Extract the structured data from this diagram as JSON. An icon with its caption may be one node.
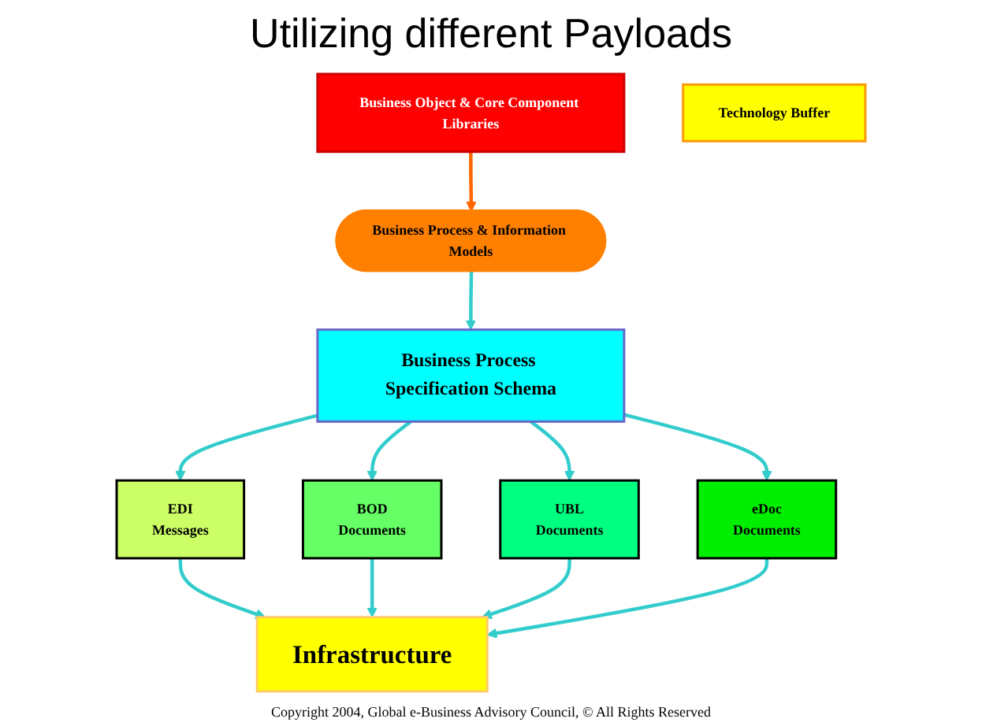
{
  "diagram": {
    "title": "Utilizing different Payloads",
    "caption": "Copyright 2004, Global e-Business Advisory Council, © All Rights Reserved",
    "nodes": [
      {
        "text": [
          "Business Process & Information Models"
        ]
      },
      {
        "text": [
          "Business Object & Core Component Libraries"
        ]
      },
      {
        "text": [
          "Technology Buffer"
        ]
      },
      {
        "text": [
          "Business Process Specification Schema"
        ]
      },
      {
        "text": [
          "EDI",
          "Messages"
        ]
      },
      {
        "text": [
          "BOD",
          "Documents"
        ]
      },
      {
        "text": [
          "UBL",
          "Documents"
        ]
      },
      {
        "text": [
          "eDoc",
          "Documents"
        ]
      },
      {
        "text": [
          "Infrastructure"
        ]
      }
    ],
    "edges": [
      {
        "from": 1,
        "to": 0,
        "arrow": "to",
        "color": "#ff6600"
      },
      {
        "from": 0,
        "to": 3,
        "arrow": "to"
      },
      {
        "from": 3,
        "to": 4,
        "arrow": "to"
      },
      {
        "from": 3,
        "to": 5,
        "arrow": "to"
      },
      {
        "from": 3,
        "to": 6,
        "arrow": "to"
      },
      {
        "from": 3,
        "to": 7,
        "arrow": "to"
      },
      {
        "from": 4,
        "to": 8,
        "arrow": "to"
      },
      {
        "from": 5,
        "to": 8,
        "arrow": "to"
      },
      {
        "from": 6,
        "to": 8,
        "arrow": "to"
      },
      {
        "from": 7,
        "to": 8,
        "arrow": "to"
      }
    ]
  }
}
